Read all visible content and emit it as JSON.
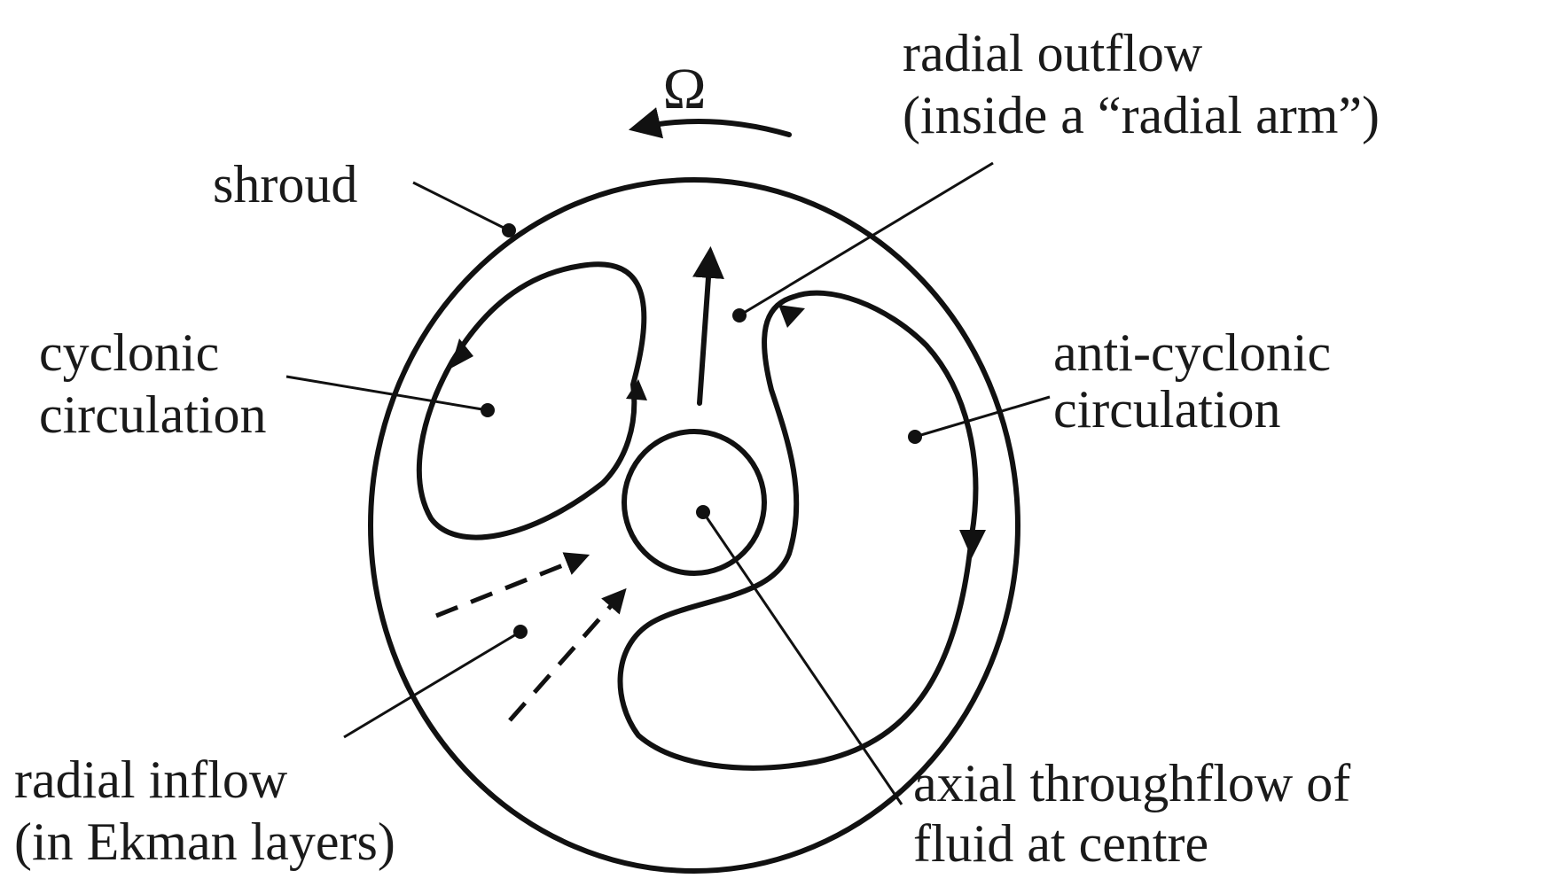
{
  "diagram": {
    "rotation_symbol": "Ω",
    "labels": {
      "shroud": "shroud",
      "radial_outflow": [
        "radial outflow",
        "(inside a “radial arm”)"
      ],
      "cyclonic": [
        "cyclonic",
        "circulation"
      ],
      "anti_cyclonic": [
        "anti-cyclonic",
        "circulation"
      ],
      "radial_inflow": [
        "radial inflow",
        "(in Ekman layers)"
      ],
      "axial_throughflow": [
        "axial throughflow of",
        "fluid at centre"
      ]
    }
  }
}
